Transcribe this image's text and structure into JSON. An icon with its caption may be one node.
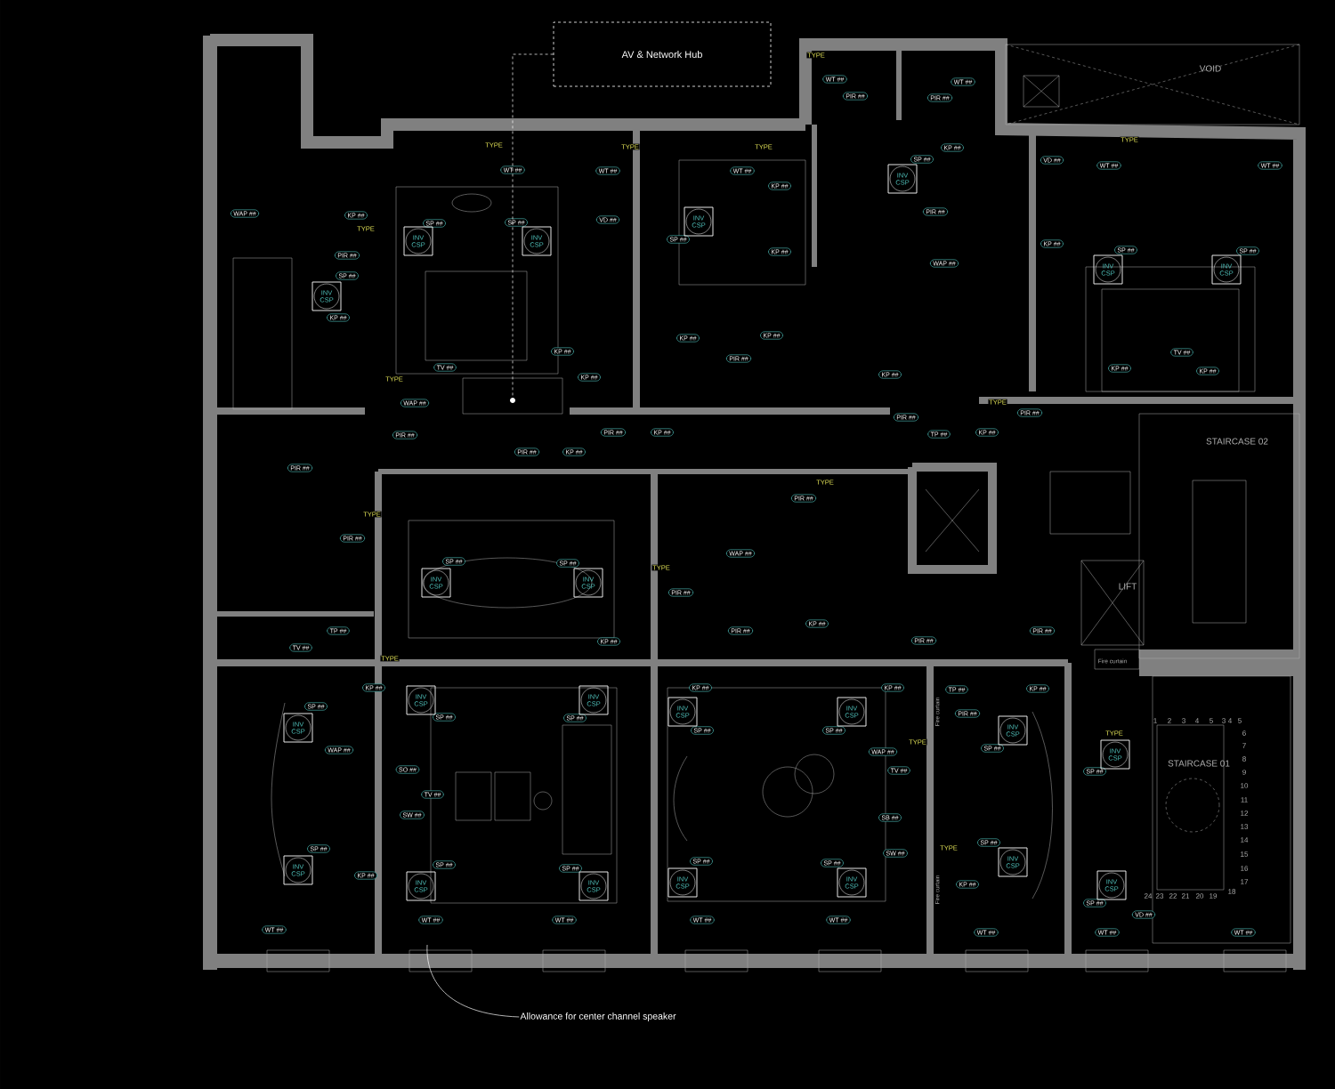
{
  "diagram": {
    "nodes": [
      {
        "text": [
          "AV & Network Hub"
        ]
      },
      {
        "text": [],
        "shape": "circle"
      },
      {
        "text": [
          "Allowance for center channel speaker"
        ]
      },
      {
        "text": [
          "WAP ##"
        ]
      },
      {
        "text": [
          "KP ##"
        ]
      },
      {
        "text": [
          "PIR ##"
        ]
      },
      {
        "text": [
          "SP ##"
        ]
      },
      {
        "text": [
          "KP ##"
        ]
      },
      {
        "text": [
          "SP ##"
        ]
      },
      {
        "text": [
          "SP ##"
        ]
      },
      {
        "text": [
          "WT ##"
        ]
      },
      {
        "text": [
          "WT ##"
        ]
      },
      {
        "text": [
          "VD ##"
        ]
      },
      {
        "text": [
          "TV ##"
        ]
      },
      {
        "text": [
          "KP ##"
        ]
      },
      {
        "text": [
          "KP ##"
        ]
      },
      {
        "text": [
          "WAP ##"
        ]
      },
      {
        "text": [
          "PIR ##"
        ]
      },
      {
        "text": [
          "PIR ##"
        ]
      },
      {
        "text": [
          "KP ##"
        ]
      },
      {
        "text": [
          "PIR ##"
        ]
      },
      {
        "text": [
          "KP ##"
        ]
      },
      {
        "text": [
          "WT ##"
        ]
      },
      {
        "text": [
          "KP ##"
        ]
      },
      {
        "text": [
          "SP ##"
        ]
      },
      {
        "text": [
          "KP ##"
        ]
      },
      {
        "text": [
          "KP ##"
        ]
      },
      {
        "text": [
          "KP ##"
        ]
      },
      {
        "text": [
          "PIR ##"
        ]
      },
      {
        "text": [
          "WT ##"
        ]
      },
      {
        "text": [
          "PIR ##"
        ]
      },
      {
        "text": [
          "WT ##"
        ]
      },
      {
        "text": [
          "PIR ##"
        ]
      },
      {
        "text": [
          "KP ##"
        ]
      },
      {
        "text": [
          "SP ##"
        ]
      },
      {
        "text": [
          "PIR ##"
        ]
      },
      {
        "text": [
          "WAP ##"
        ]
      },
      {
        "text": [
          "KP ##"
        ]
      },
      {
        "text": [
          "PIR ##"
        ]
      },
      {
        "text": [
          "TP ##"
        ]
      },
      {
        "text": [
          "KP ##"
        ]
      },
      {
        "text": [
          "PIR ##"
        ]
      },
      {
        "text": [
          "VD ##"
        ]
      },
      {
        "text": [
          "WT ##"
        ]
      },
      {
        "text": [
          "WT ##"
        ]
      },
      {
        "text": [
          "KP ##"
        ]
      },
      {
        "text": [
          "SP ##"
        ]
      },
      {
        "text": [
          "SP ##"
        ]
      },
      {
        "text": [
          "KP ##"
        ]
      },
      {
        "text": [
          "TV ##"
        ]
      },
      {
        "text": [
          "KP ##"
        ]
      },
      {
        "text": [
          "PIR ##"
        ]
      },
      {
        "text": [
          "PIR ##"
        ]
      },
      {
        "text": [
          "SP ##"
        ]
      },
      {
        "text": [
          "SP ##"
        ]
      },
      {
        "text": [
          "KP ##"
        ]
      },
      {
        "text": [
          "PIR ##"
        ]
      },
      {
        "text": [
          "WAP ##"
        ]
      },
      {
        "text": [
          "PIR ##"
        ]
      },
      {
        "text": [
          "PIR ##"
        ]
      },
      {
        "text": [
          "KP ##"
        ]
      },
      {
        "text": [
          "PIR ##"
        ]
      },
      {
        "text": [
          "PIR ##"
        ]
      },
      {
        "text": [
          "TP ##"
        ]
      },
      {
        "text": [
          "TV ##"
        ]
      },
      {
        "text": [
          "KP ##"
        ]
      },
      {
        "text": [
          "SP ##"
        ]
      },
      {
        "text": [
          "WAP ##"
        ]
      },
      {
        "text": [
          "SO ##"
        ]
      },
      {
        "text": [
          "TV ##"
        ]
      },
      {
        "text": [
          "SW ##"
        ]
      },
      {
        "text": [
          "SP ##"
        ]
      },
      {
        "text": [
          "KP ##"
        ]
      },
      {
        "text": [
          "SP ##"
        ]
      },
      {
        "text": [
          "SP ##"
        ]
      },
      {
        "text": [
          "SP ##"
        ]
      },
      {
        "text": [
          "SP ##"
        ]
      },
      {
        "text": [
          "WT ##"
        ]
      },
      {
        "text": [
          "WT ##"
        ]
      },
      {
        "text": [
          "KP ##"
        ]
      },
      {
        "text": [
          "SP ##"
        ]
      },
      {
        "text": [
          "SP ##"
        ]
      },
      {
        "text": [
          "KP ##"
        ]
      },
      {
        "text": [
          "WAP ##"
        ]
      },
      {
        "text": [
          "TV ##"
        ]
      },
      {
        "text": [
          "SB ##"
        ]
      },
      {
        "text": [
          "SW ##"
        ]
      },
      {
        "text": [
          "SP ##"
        ]
      },
      {
        "text": [
          "SP ##"
        ]
      },
      {
        "text": [
          "WT ##"
        ]
      },
      {
        "text": [
          "WT ##"
        ]
      },
      {
        "text": [
          "WT ##"
        ]
      },
      {
        "text": [
          "TP ##"
        ]
      },
      {
        "text": [
          "PIR ##"
        ]
      },
      {
        "text": [
          "KP ##"
        ]
      },
      {
        "text": [
          "SP ##"
        ]
      },
      {
        "text": [
          "SP ##"
        ]
      },
      {
        "text": [
          "KP ##"
        ]
      },
      {
        "text": [
          "WT ##"
        ]
      },
      {
        "text": [
          "SP ##"
        ]
      },
      {
        "text": [
          "SP ##"
        ]
      },
      {
        "text": [
          "VD ##"
        ]
      },
      {
        "text": [
          "WT ##"
        ]
      },
      {
        "text": [
          "WT ##"
        ]
      },
      {
        "text": [
          "INV CSP"
        ]
      },
      {
        "text": [
          "INV CSP"
        ]
      },
      {
        "text": [
          "INV CSP"
        ]
      },
      {
        "text": [
          "INV CSP"
        ]
      },
      {
        "text": [
          "INV CSP"
        ]
      },
      {
        "text": [
          "INV CSP"
        ]
      },
      {
        "text": [
          "INV CSP"
        ]
      },
      {
        "text": [
          "INV CSP"
        ]
      },
      {
        "text": [
          "INV CSP"
        ]
      },
      {
        "text": [
          "INV CSP"
        ]
      },
      {
        "text": [
          "INV CSP"
        ]
      },
      {
        "text": [
          "INV CSP"
        ]
      },
      {
        "text": [
          "INV CSP"
        ]
      },
      {
        "text": [
          "INV CSP"
        ]
      },
      {
        "text": [
          "INV CSP"
        ]
      },
      {
        "text": [
          "INV CSP"
        ]
      },
      {
        "text": [
          "INV CSP"
        ]
      },
      {
        "text": [
          "INV CSP"
        ]
      },
      {
        "text": [
          "INV CSP"
        ]
      },
      {
        "text": [
          "INV CSP"
        ]
      },
      {
        "text": [
          "INV CSP"
        ]
      },
      {
        "text": [
          "INV CSP"
        ]
      },
      {
        "text": [
          "INV CSP"
        ]
      }
    ],
    "edges": [
      {
        "from": 0,
        "to": 1,
        "arrow": "none",
        "style": "dashed"
      },
      {
        "from": 2,
        "to": null,
        "arrow": "none"
      }
    ],
    "labels": [
      "VOID",
      "TYPE",
      "TYPE",
      "TYPE",
      "TYPE",
      "TYPE",
      "TYPE",
      "TYPE",
      "TYPE",
      "TYPE",
      "TYPE",
      "TYPE",
      "TYPE",
      "TYPE",
      "TYPE",
      "TYPE",
      "STAIRCASE 02",
      "LIFT",
      "Fire curtain",
      "Fire curtain",
      "Fire curtain",
      "STAIRCASE 01",
      "1",
      "2",
      "3",
      "4",
      "5",
      "3",
      "4",
      "5",
      "6",
      "7",
      "8",
      "9",
      "10",
      "11",
      "12",
      "13",
      "14",
      "15",
      "16",
      "17",
      "18",
      "24",
      "23",
      "22",
      "21",
      "20",
      "19"
    ]
  }
}
